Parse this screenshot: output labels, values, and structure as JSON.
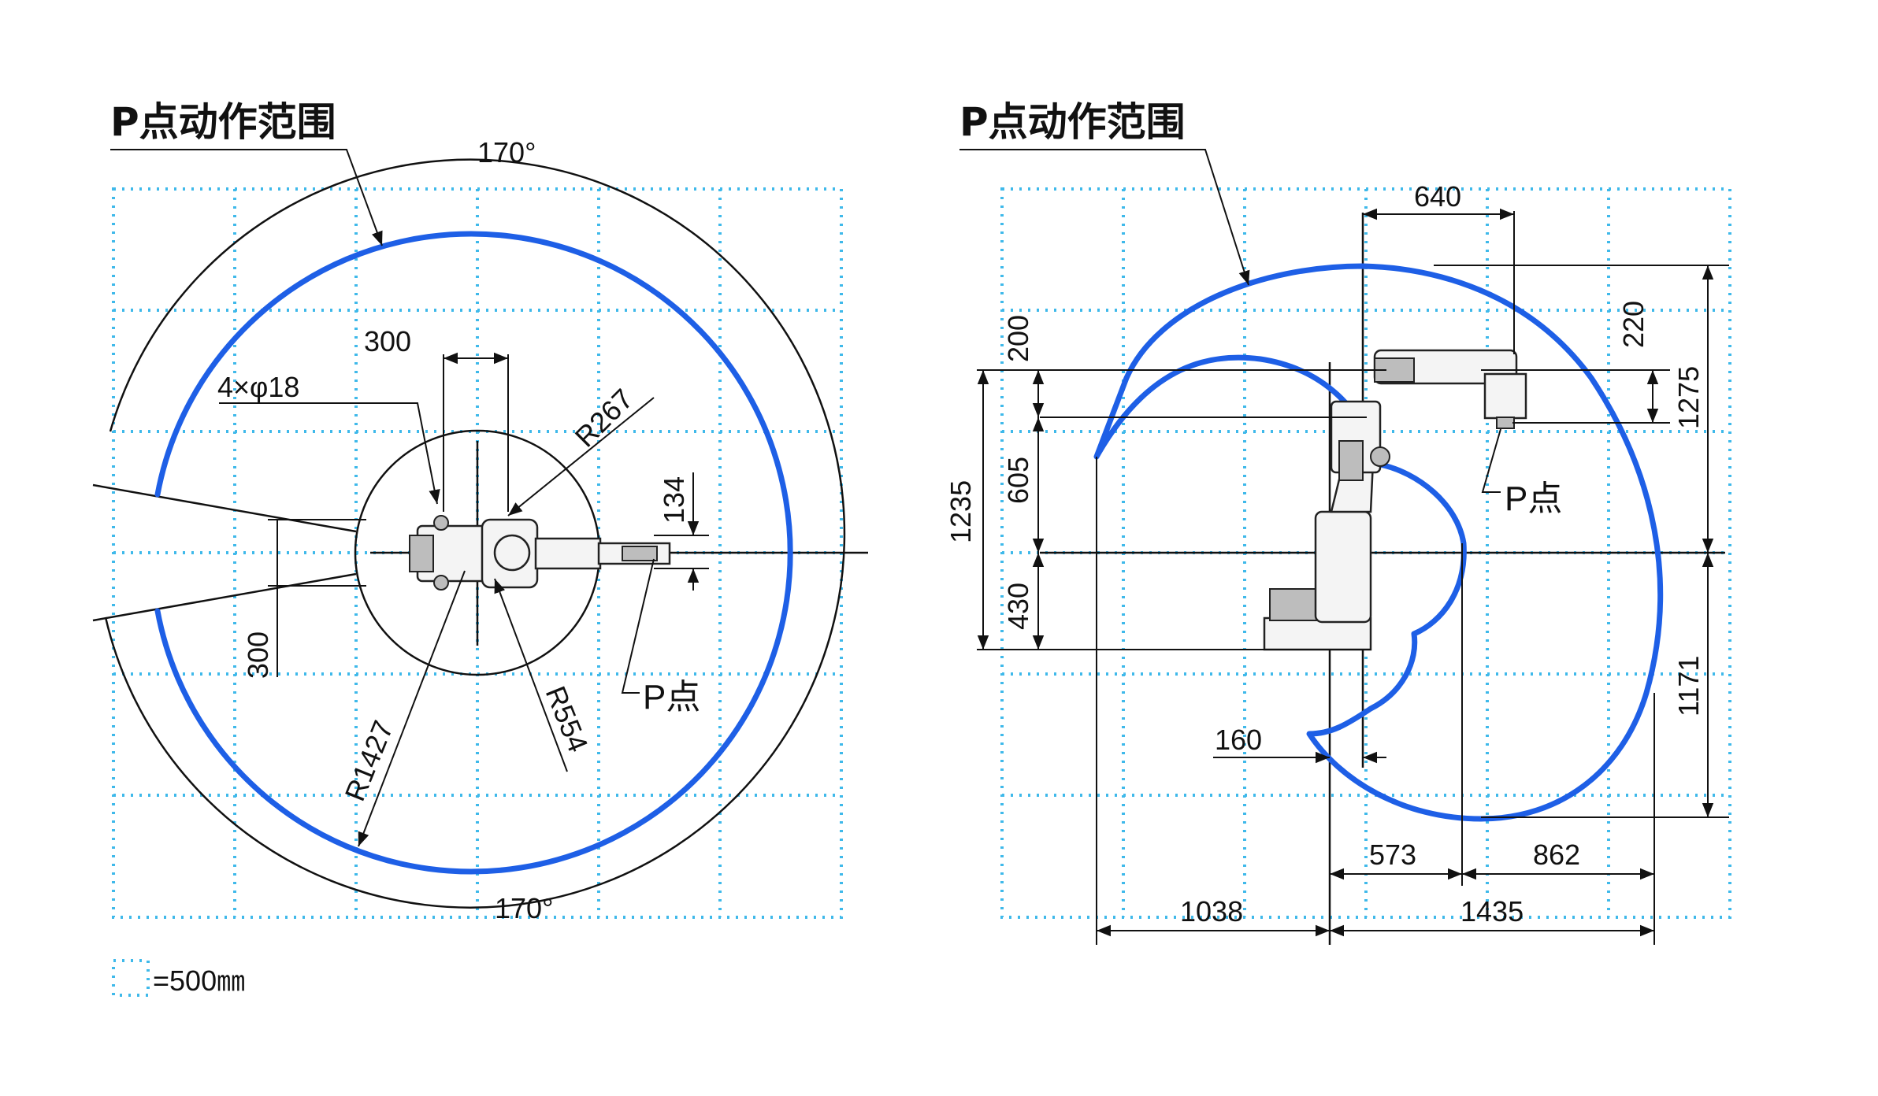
{
  "legend": {
    "swatch_icon": "dotted-square-icon",
    "text": "=500㎜"
  },
  "colors": {
    "grid": "#3fb9ea",
    "envelope": "#1e5fe6",
    "lines": "#111111"
  },
  "top_view": {
    "title": "P点动作范围",
    "angle_top": "170°",
    "angle_bottom": "170°",
    "dim_300_top": "300",
    "dim_hole": "4×φ18",
    "dim_r267": "R267",
    "dim_134": "134",
    "dim_300_left": "300",
    "dim_r1427": "R1427",
    "dim_r554": "R554",
    "p_point": "P点"
  },
  "side_view": {
    "title": "P点动作范围",
    "dim_640": "640",
    "dim_200": "200",
    "dim_220": "220",
    "dim_1275": "1275",
    "dim_1235": "1235",
    "dim_605": "605",
    "dim_430": "430",
    "p_point": "P点",
    "dim_1171": "1171",
    "dim_160": "160",
    "dim_573": "573",
    "dim_862": "862",
    "dim_1038": "1038",
    "dim_1435": "1435"
  }
}
